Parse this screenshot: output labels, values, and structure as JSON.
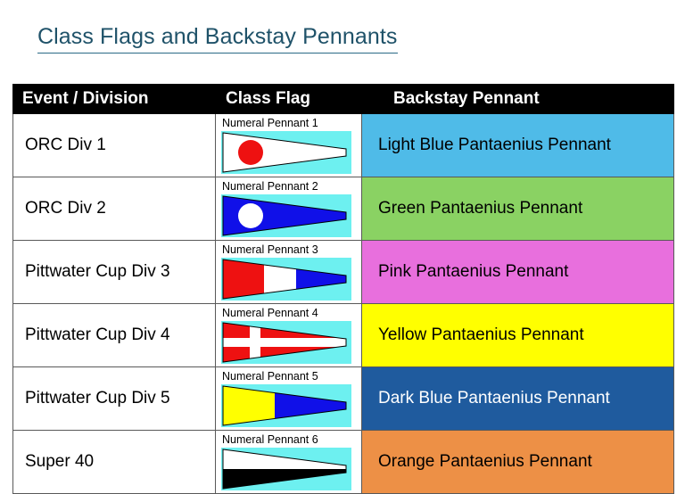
{
  "title": "Class Flags and Backstay Pennants",
  "theme": {
    "title_color": "#1f5269",
    "header_bg": "#000000",
    "header_text": "#ffffff",
    "flag_cell_bg": "#6df0f0",
    "border": "#595959"
  },
  "table": {
    "headers": {
      "event": "Event / Division",
      "class_flag": "Class Flag",
      "backstay_pennant": "Backstay Pennant"
    },
    "rows": [
      {
        "event": "ORC Div 1",
        "flag_label": "Numeral Pennant 1",
        "flag_icon": "numeral-pennant-1-icon",
        "flag_colors": [
          "#ffffff",
          "#ee1111"
        ],
        "pennant": "Light Blue Pantaenius Pennant",
        "pennant_bg": "#4fbbe8",
        "pennant_fg": "#000000"
      },
      {
        "event": "ORC Div 2",
        "flag_label": "Numeral Pennant 2",
        "flag_icon": "numeral-pennant-2-icon",
        "flag_colors": [
          "#1010e8",
          "#ffffff"
        ],
        "pennant": "Green Pantaenius Pennant",
        "pennant_bg": "#8ad263",
        "pennant_fg": "#000000"
      },
      {
        "event": "Pittwater Cup Div 3",
        "flag_label": "Numeral Pennant 3",
        "flag_icon": "numeral-pennant-3-icon",
        "flag_colors": [
          "#ee1111",
          "#ffffff",
          "#1010e8"
        ],
        "pennant": "Pink Pantaenius Pennant",
        "pennant_bg": "#e86fdd",
        "pennant_fg": "#000000"
      },
      {
        "event": "Pittwater Cup Div 4",
        "flag_label": "Numeral Pennant 4",
        "flag_icon": "numeral-pennant-4-icon",
        "flag_colors": [
          "#ee1111",
          "#ffffff"
        ],
        "pennant": "Yellow Pantaenius Pennant",
        "pennant_bg": "#ffff00",
        "pennant_fg": "#000000"
      },
      {
        "event": "Pittwater Cup Div 5",
        "flag_label": "Numeral Pennant 5",
        "flag_icon": "numeral-pennant-5-icon",
        "flag_colors": [
          "#ffff00",
          "#1010e8"
        ],
        "pennant": "Dark Blue Pantaenius Pennant",
        "pennant_bg": "#1f5b9e",
        "pennant_fg": "#ffffff"
      },
      {
        "event": "Super 40",
        "flag_label": "Numeral Pennant 6",
        "flag_icon": "numeral-pennant-6-icon",
        "flag_colors": [
          "#ffffff",
          "#000000"
        ],
        "pennant": "Orange Pantaenius Pennant",
        "pennant_bg": "#ed9046",
        "pennant_fg": "#000000"
      }
    ]
  }
}
